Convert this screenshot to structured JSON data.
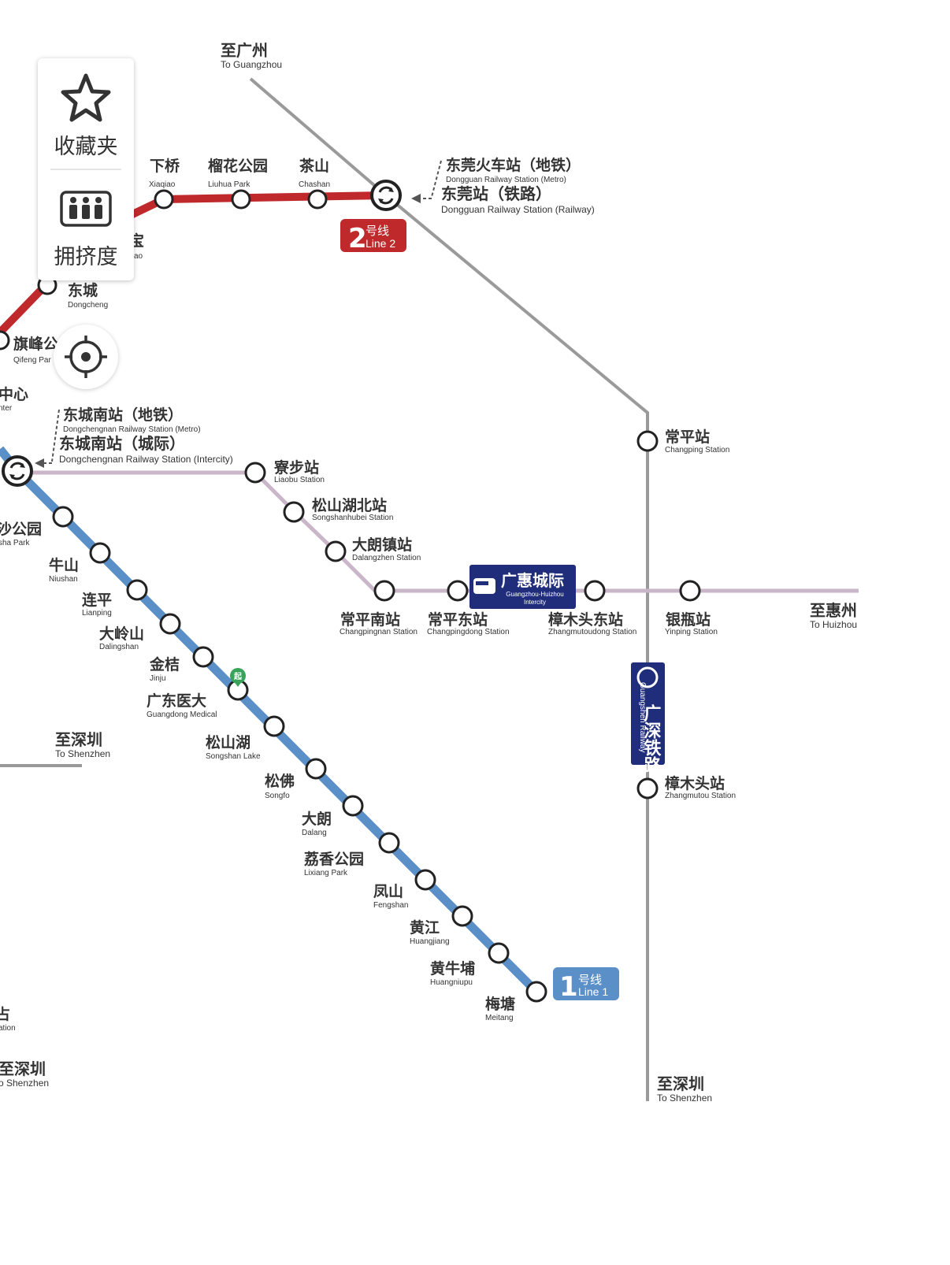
{
  "colors": {
    "line1": "#5a8fc8",
    "line2": "#c0292b",
    "intercity": "#c9b6c8",
    "railway": "#9a9a9a",
    "badge_intercity": "#1f2d7a",
    "badge_railway": "#1f2d7a"
  },
  "panel": {
    "favorites": {
      "label": "收藏夹",
      "icon": "star-icon"
    },
    "crowding": {
      "label": "拥挤度",
      "icon": "crowd-icon"
    },
    "locate_icon": "crosshair-icon"
  },
  "directions": {
    "to_guangzhou": {
      "zh": "至广州",
      "en": "To Guangzhou"
    },
    "to_huizhou": {
      "zh": "至惠州",
      "en": "To Huizhou"
    },
    "to_shenzhen_left": {
      "zh": "至深圳",
      "en": "To Shenzhen"
    },
    "to_shenzhen_bottom_left": {
      "zh": "至深圳",
      "en": "o Shenzhen"
    },
    "to_shenzhen_bottom": {
      "zh": "至深圳",
      "en": "To Shenzhen"
    }
  },
  "line2": {
    "badge_num": "2",
    "badge_zh": "号线",
    "badge_en": "Line 2",
    "stations": {
      "xiaqiao": {
        "zh": "下桥",
        "en": "Xiaqiao"
      },
      "liuhua": {
        "zh": "榴花公园",
        "en": "Liuhua Park"
      },
      "chashan": {
        "zh": "茶山",
        "en": "Chashan"
      },
      "dongcheng": {
        "zh": "东城",
        "en": "Dongcheng"
      },
      "qifeng": {
        "zh": "旗峰公",
        "en": "Qifeng Par"
      },
      "hongbao_frag": {
        "zh": "宝",
        "en": "ao"
      }
    }
  },
  "interchange_dongguan": {
    "metro_zh": "东莞火车站（地铁）",
    "metro_en": "Dongguan Railway Station (Metro)",
    "rail_zh": "东莞站（铁路）",
    "rail_en": "Dongguan Railway Station (Railway)"
  },
  "interchange_dongchengnan": {
    "metro_zh": "东城南站（地铁）",
    "metro_en": "Dongchengnan Railway Station (Metro)",
    "ic_zh": "东城南站（城际）",
    "ic_en": "Dongchengnan Railway Station (Intercity)"
  },
  "line1": {
    "badge_num": "1",
    "badge_zh": "号线",
    "badge_en": "Line 1",
    "start_marker": "起",
    "stations": {
      "zhongxin": {
        "zh": "中心",
        "en": "nter"
      },
      "shagongyuan": {
        "zh": "沙公园",
        "en": "sha Park"
      },
      "niushan": {
        "zh": "牛山",
        "en": "Niushan"
      },
      "lianping": {
        "zh": "连平",
        "en": "Lianping"
      },
      "dalingshan": {
        "zh": "大岭山",
        "en": "Dalingshan"
      },
      "jinju": {
        "zh": "金桔",
        "en": "Jinju"
      },
      "gdmedical": {
        "zh": "广东医大",
        "en": "Guangdong Medical"
      },
      "songshanlake": {
        "zh": "松山湖",
        "en": "Songshan Lake"
      },
      "songfo": {
        "zh": "松佛",
        "en": "Songfo"
      },
      "dalang": {
        "zh": "大朗",
        "en": "Dalang"
      },
      "lixiang": {
        "zh": "荔香公园",
        "en": "Lixiang Park"
      },
      "fengshan": {
        "zh": "凤山",
        "en": "Fengshan"
      },
      "huangjiang": {
        "zh": "黄江",
        "en": "Huangjiang"
      },
      "huangniupu": {
        "zh": "黄牛埔",
        "en": "Huangniupu"
      },
      "meitang": {
        "zh": "梅塘",
        "en": "Meitang"
      }
    }
  },
  "intercity": {
    "badge_zh": "广惠城际",
    "badge_en1": "Guangzhou-Huizhou",
    "badge_en2": "Intercity",
    "stations": {
      "liaobu": {
        "zh": "寮步站",
        "en": "Liaobu Station"
      },
      "songshanhubei": {
        "zh": "松山湖北站",
        "en": "Songshanhubei Station"
      },
      "dalangzhen": {
        "zh": "大朗镇站",
        "en": "Dalangzhen Station"
      },
      "changpingnan": {
        "zh": "常平南站",
        "en": "Changpingnan Station"
      },
      "changpingdong": {
        "zh": "常平东站",
        "en": "Changpingdong Station"
      },
      "zhangmutoudong": {
        "zh": "樟木头东站",
        "en": "Zhangmutoudong Station"
      },
      "yinping": {
        "zh": "银瓶站",
        "en": "Yinping Station"
      }
    }
  },
  "railway": {
    "badge_zh": "广深铁路",
    "badge_en": "Guangshen Railway",
    "stations": {
      "changping": {
        "zh": "常平站",
        "en": "Changping Station"
      },
      "zhangmutou": {
        "zh": "樟木头站",
        "en": "Zhangmutou Station"
      },
      "frag_station": {
        "zh": "占",
        "en": "ation"
      }
    }
  }
}
